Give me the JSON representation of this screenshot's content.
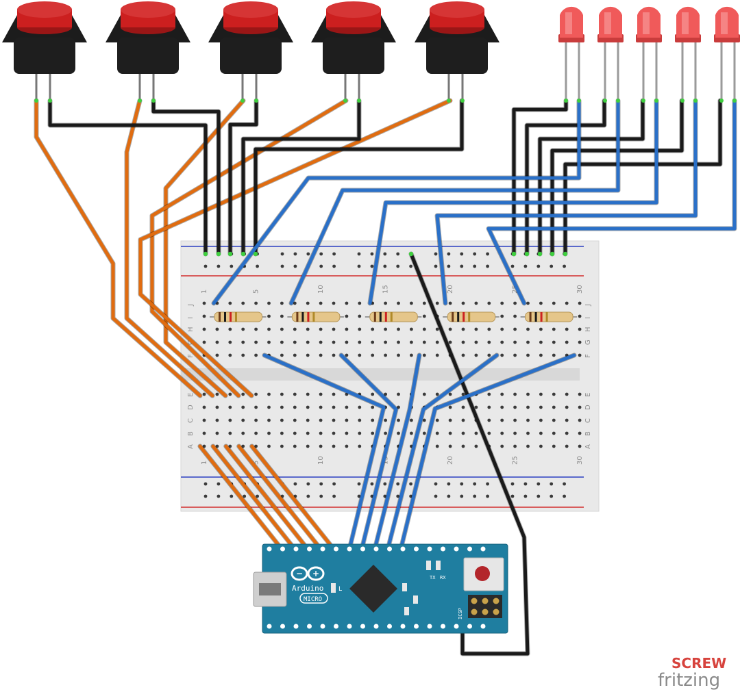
{
  "breadboard": {
    "column_labels": [
      "1",
      "5",
      "10",
      "15",
      "20",
      "25",
      "30"
    ],
    "row_labels_top": [
      "J",
      "I",
      "H",
      "G",
      "F"
    ],
    "row_labels_bottom": [
      "E",
      "D",
      "C",
      "B",
      "A"
    ]
  },
  "arduino": {
    "brand": "Arduino",
    "model": "MICRO",
    "led_label": "L",
    "tx_label": "TX",
    "rx_label": "RX",
    "icsp_label": "ICSP"
  },
  "watermark": {
    "line1": "SCREW",
    "line2": "fritzing"
  },
  "colors": {
    "button_cap": "#cc1f1f",
    "led_red": "#f05a5a",
    "wire_orange": "#e06c10",
    "wire_black": "#1a1a1a",
    "wire_blue": "#2a70c8",
    "breadboard": "#e9e9e9",
    "arduino_board": "#1f7ea0",
    "rail_red": "#d32f2f",
    "rail_blue": "#2b3fc1"
  },
  "components": {
    "buttons": 5,
    "leds": 5,
    "resistors": 5
  }
}
